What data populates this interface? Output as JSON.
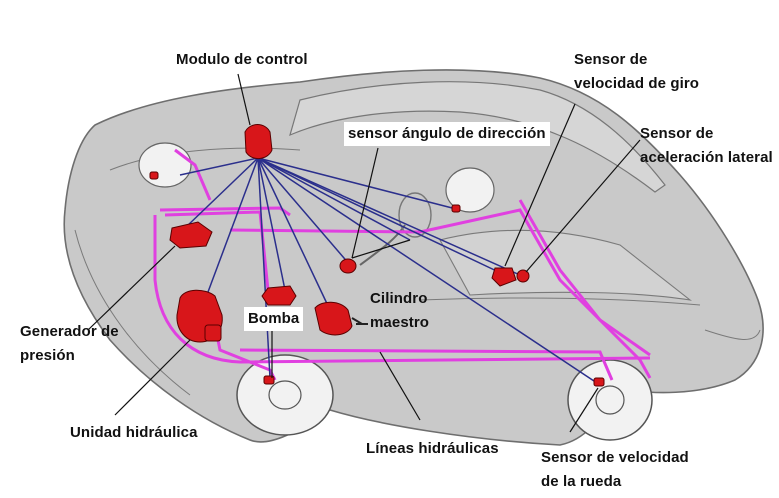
{
  "diagram": {
    "labels": {
      "control_module": "Modulo de control",
      "steering_angle_sensor": "sensor ángulo de dirección",
      "yaw_rate_sensor": [
        "Sensor de",
        "velocidad de giro"
      ],
      "lateral_accel_sensor": [
        "Sensor de",
        "aceleración lateral"
      ],
      "master_cylinder": [
        "Cilindro",
        "maestro"
      ],
      "pump": "Bomba",
      "pressure_generator": [
        "Generador de",
        "presión"
      ],
      "hydraulic_unit": "Unidad hidráulica",
      "hydraulic_lines": "Líneas hidráulicas",
      "wheel_speed_sensor": [
        "Sensor de velocidad",
        "de la rueda"
      ]
    },
    "colors": {
      "car_body": "#c9c9c9",
      "car_outline": "#6e6e6e",
      "component_red": "#d8161a",
      "wire_blue": "#2b2f8c",
      "hydraulic_magenta": "#e040e0",
      "leader_line": "#111111"
    }
  }
}
